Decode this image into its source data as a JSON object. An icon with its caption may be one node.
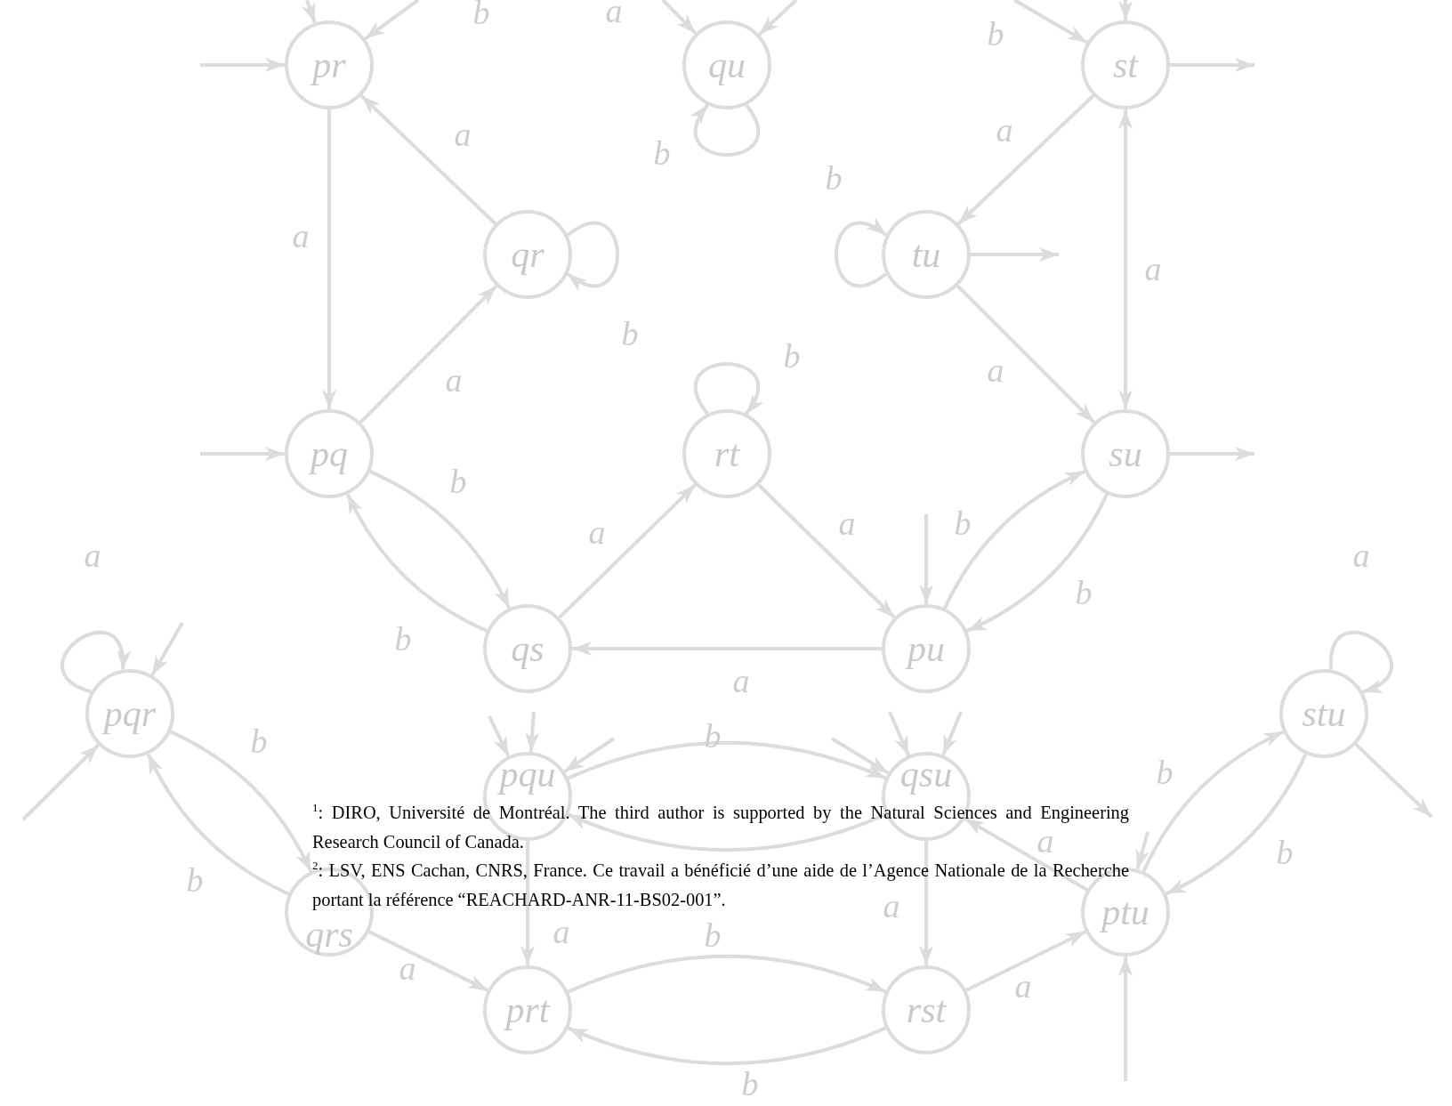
{
  "diagram": {
    "nodes": [
      {
        "text": [
          "pr"
        ]
      },
      {
        "text": [
          "qu"
        ]
      },
      {
        "text": [
          "st"
        ]
      },
      {
        "text": [
          "qr"
        ]
      },
      {
        "text": [
          "tu"
        ]
      },
      {
        "text": [
          "pq"
        ]
      },
      {
        "text": [
          "rt"
        ]
      },
      {
        "text": [
          "su"
        ]
      },
      {
        "text": [
          "qs"
        ]
      },
      {
        "text": [
          "pu"
        ]
      },
      {
        "text": [
          "pqr"
        ]
      },
      {
        "text": [
          "stu"
        ]
      },
      {
        "text": [
          "pqu"
        ]
      },
      {
        "text": [
          "qsu"
        ]
      },
      {
        "text": [
          "qrs"
        ]
      },
      {
        "text": [
          "ptu"
        ]
      },
      {
        "text": [
          "prt"
        ]
      },
      {
        "text": [
          "rst"
        ]
      }
    ],
    "edges": [
      {
        "from": null,
        "to": 0,
        "arrow": "to"
      },
      {
        "from": null,
        "to": 0,
        "arrow": "to"
      },
      {
        "from": null,
        "to": 0,
        "arrow": "to",
        "label": "b"
      },
      {
        "from": null,
        "to": 1,
        "arrow": "to",
        "label": "a"
      },
      {
        "from": null,
        "to": 1,
        "arrow": "to"
      },
      {
        "from": 1,
        "to": 1,
        "arrow": "to",
        "label": "b"
      },
      {
        "from": null,
        "to": 2,
        "arrow": "to",
        "label": "b"
      },
      {
        "from": null,
        "to": 2,
        "arrow": "to"
      },
      {
        "from": 2,
        "to": null,
        "arrow": "to"
      },
      {
        "from": 0,
        "to": 5,
        "arrow": "to",
        "label": "a"
      },
      {
        "from": 3,
        "to": 0,
        "arrow": "to",
        "label": "a"
      },
      {
        "from": 2,
        "to": 4,
        "arrow": "to",
        "label": "a"
      },
      {
        "from": 7,
        "to": 2,
        "arrow": "both",
        "label": "a"
      },
      {
        "from": 3,
        "to": 3,
        "arrow": "to",
        "label": "b"
      },
      {
        "from": 4,
        "to": 4,
        "arrow": "to",
        "label": "b"
      },
      {
        "from": 4,
        "to": null,
        "arrow": "to"
      },
      {
        "from": 4,
        "to": 7,
        "arrow": "to",
        "label": "a"
      },
      {
        "from": 5,
        "to": 3,
        "arrow": "to",
        "label": "a"
      },
      {
        "from": null,
        "to": 5,
        "arrow": "to"
      },
      {
        "from": 6,
        "to": 6,
        "arrow": "to",
        "label": "b"
      },
      {
        "from": 7,
        "to": null,
        "arrow": "to"
      },
      {
        "from": 5,
        "to": 8,
        "arrow": "to",
        "label": "b"
      },
      {
        "from": 8,
        "to": 5,
        "arrow": "to",
        "label": "b"
      },
      {
        "from": 8,
        "to": 6,
        "arrow": "to",
        "label": "a"
      },
      {
        "from": 6,
        "to": 9,
        "arrow": "to",
        "label": "a"
      },
      {
        "from": 9,
        "to": 7,
        "arrow": "to",
        "label": "b"
      },
      {
        "from": 7,
        "to": 9,
        "arrow": "to",
        "label": "b"
      },
      {
        "from": null,
        "to": 9,
        "arrow": "to"
      },
      {
        "from": 9,
        "to": 8,
        "arrow": "to",
        "label": "a"
      },
      {
        "from": 10,
        "to": 10,
        "arrow": "to",
        "label": "a"
      },
      {
        "from": null,
        "to": 10,
        "arrow": "to"
      },
      {
        "from": null,
        "to": 10,
        "arrow": "to"
      },
      {
        "from": 10,
        "to": 14,
        "arrow": "to",
        "label": "b"
      },
      {
        "from": 14,
        "to": 10,
        "arrow": "to",
        "label": "b"
      },
      {
        "from": 14,
        "to": 16,
        "arrow": "to",
        "label": "a"
      },
      {
        "from": 12,
        "to": 13,
        "arrow": "to",
        "label": "b"
      },
      {
        "from": 13,
        "to": 12,
        "arrow": "to"
      },
      {
        "from": null,
        "to": 12,
        "arrow": "to"
      },
      {
        "from": null,
        "to": 12,
        "arrow": "to"
      },
      {
        "from": null,
        "to": 12,
        "arrow": "to"
      },
      {
        "from": null,
        "to": 13,
        "arrow": "to"
      },
      {
        "from": null,
        "to": 13,
        "arrow": "to"
      },
      {
        "from": null,
        "to": 13,
        "arrow": "to"
      },
      {
        "from": 12,
        "to": 16,
        "arrow": "to",
        "label": "a"
      },
      {
        "from": 13,
        "to": 17,
        "arrow": "to",
        "label": "a"
      },
      {
        "from": 15,
        "to": 13,
        "arrow": "to",
        "label": "a"
      },
      {
        "from": null,
        "to": 15,
        "arrow": "to"
      },
      {
        "from": 15,
        "to": 11,
        "arrow": "to",
        "label": "b"
      },
      {
        "from": 11,
        "to": 15,
        "arrow": "to",
        "label": "b"
      },
      {
        "from": 11,
        "to": 11,
        "arrow": "to",
        "label": "a"
      },
      {
        "from": 11,
        "to": null,
        "arrow": "to"
      },
      {
        "from": 16,
        "to": 17,
        "arrow": "to",
        "label": "b"
      },
      {
        "from": 17,
        "to": 16,
        "arrow": "to",
        "label": "b"
      },
      {
        "from": 17,
        "to": 15,
        "arrow": "to",
        "label": "a"
      },
      {
        "from": null,
        "to": 15,
        "arrow": "to"
      }
    ],
    "labels": [
      "$^{1}$: DIRO, Université de Montréal. The third author is supported by the Natural Sciences and Engineering Research Council of Canada.",
      "$^{2}$: LSV, ENS Cachan, CNRS, France. Ce travail a bénéficié d’une aide de l’Agence Nationale de la Recherche portant la référence “REACHARD-ANR-11-BS02-001”."
    ]
  }
}
